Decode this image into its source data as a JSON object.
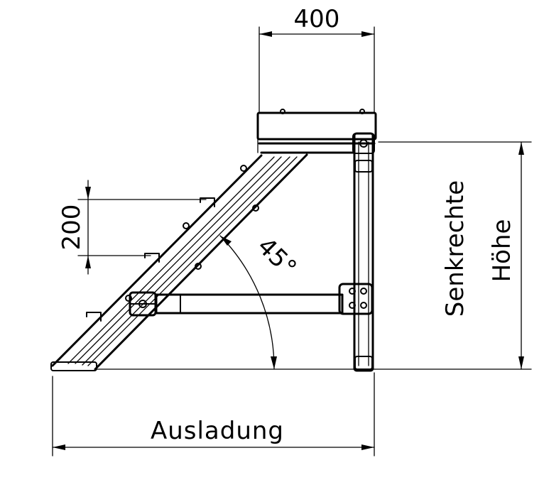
{
  "dimensions": {
    "top_width": "400",
    "step_height": "200",
    "angle": "45°"
  },
  "labels": {
    "reach": "Ausladung",
    "vertical_height_line1": "Senkrechte",
    "vertical_height_line2": "Höhe"
  },
  "colors": {
    "line": "#000000",
    "background": "#ffffff"
  }
}
